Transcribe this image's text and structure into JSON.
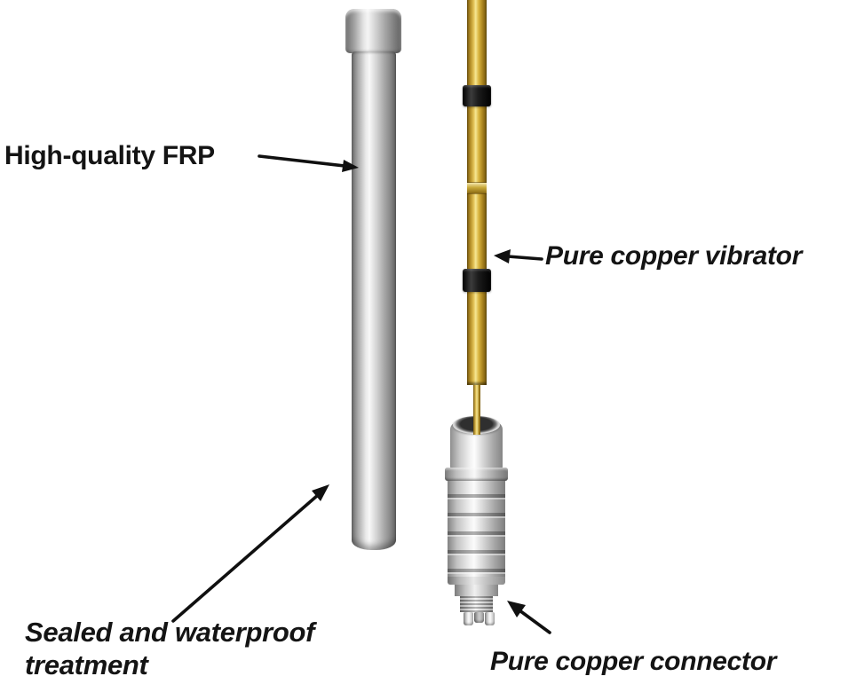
{
  "labels": {
    "frp": "High-quality FRP",
    "vibrator": "Pure copper vibrator",
    "sealed_line1": "Sealed and waterproof",
    "sealed_line2": "treatment",
    "connector": "Pure copper connector"
  },
  "colors": {
    "ink": "#141414",
    "arrow": "#101010",
    "gold": "#d9b43f",
    "metal": "#c9c9c9",
    "band": "#141414"
  }
}
